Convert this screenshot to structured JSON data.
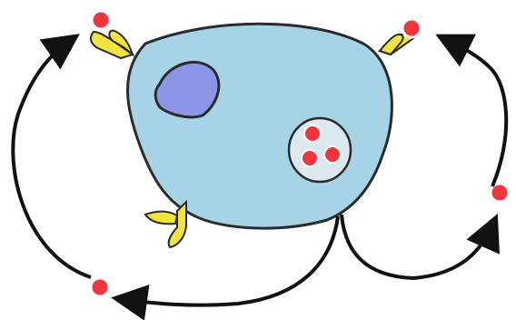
{
  "colors": {
    "background": "#ffffff",
    "cell_fill": "#a7d3e6",
    "cell_stroke": "#2b2b2b",
    "nucleus_fill": "#8d96e6",
    "vesicle_fill": "#dce8ef",
    "ligand_fill": "#f0353f",
    "receptor_fill": "#f3e341",
    "arrow": "#111111"
  },
  "icons": {
    "cell": "cell-body-icon",
    "nucleus": "nucleus-icon",
    "vesicle": "secretory-vesicle-icon",
    "receptor": "y-shaped-receptor-icon",
    "ligand": "signal-molecule-dot-icon",
    "arrow": "curved-arrow-icon"
  },
  "diagram": {
    "vesicle_ligand_count": 3,
    "receptor_count": 3,
    "free_ligand_count": 2,
    "bound_ligand_count": 2,
    "arrow_count": 4
  }
}
